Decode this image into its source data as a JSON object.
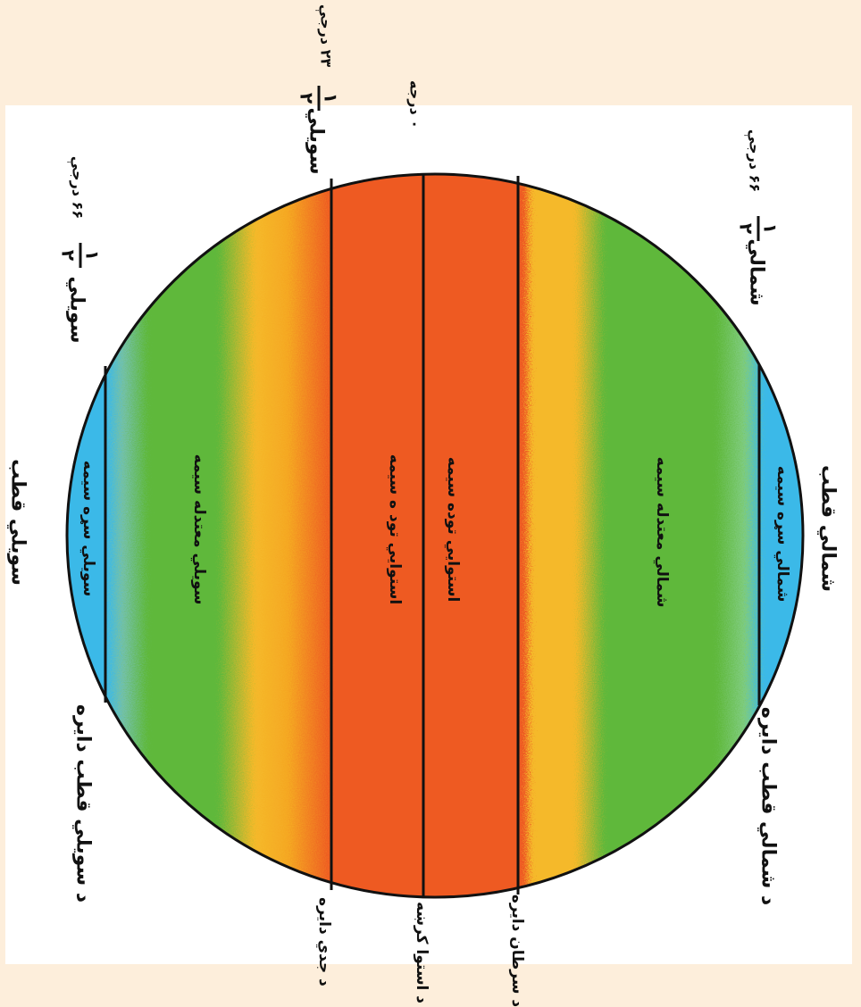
{
  "colors": {
    "page_background": "#fdeedb",
    "panel_background": "#ffffff",
    "polar_zone": "#3bb9e8",
    "temperate_zone": "#5fb83b",
    "subtropical_band": "#f5b92a",
    "tropical_zone": "#ee5a24",
    "lines": "#111111"
  },
  "zones": {
    "north_frigid": "شمالي سړه سيمه",
    "north_temperate": "شمالي معتدله سيمه",
    "north_tropical": "استوايي توده سيمه",
    "south_tropical": "استوايي تود ه سيمه",
    "south_temperate": "سويلي معتدله سيمه",
    "south_frigid": "سويلي سړه سيمه"
  },
  "poles": {
    "north": "شمالي قطب",
    "south": "سويلي قطب"
  },
  "lines": {
    "arctic_circle": "د شمالي قطب دايره",
    "tropic_cancer": "د سرطان دايره",
    "equator": "د استوا کرښه",
    "tropic_capricorn": "د جدي دايره",
    "antarctic_circle": "د سويلي قطب دايره"
  },
  "latitudes": {
    "north_66": {
      "prefix": "شمالي",
      "frac_num": "۱",
      "frac_den": "۲",
      "deg": "۶۶ درجې"
    },
    "south_23": {
      "prefix": "سويلي",
      "frac_num": "۱",
      "frac_den": "۲",
      "deg": "۲۳ درجې"
    },
    "zero": {
      "deg": "۰ درجه"
    },
    "south_66": {
      "prefix": "سويلي",
      "frac_num": "۱",
      "frac_den": "۲",
      "deg": "۶۶ درجې"
    }
  }
}
